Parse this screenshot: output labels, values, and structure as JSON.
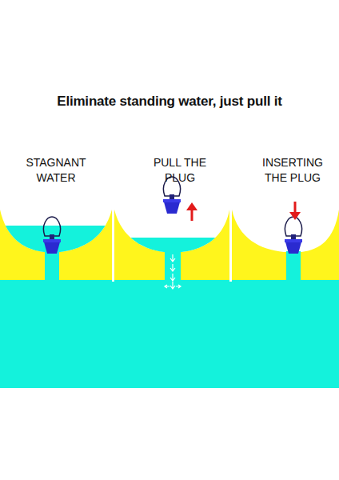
{
  "diagram": {
    "title": "Eliminate standing water, just pull it",
    "labels": [
      "STAGNANT WATER",
      "PULL THE PLUG",
      "INSERTING THE PLUG"
    ]
  }
}
